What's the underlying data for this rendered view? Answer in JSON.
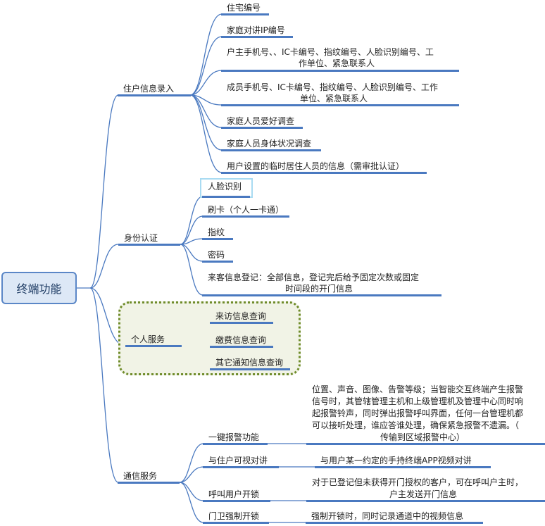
{
  "root": "终端功能",
  "branches": [
    {
      "label": "住户信息录入",
      "children": [
        "住宅编号",
        "家庭对讲IP编号",
        [
          "户主手机号、、IC卡编号、指纹编号、人脸识别编号、工",
          "作单位、紧急联系人"
        ],
        [
          "成员手机号、IC卡编号、指纹编号、人脸识别编号、工作",
          "单位、紧急联系人"
        ],
        "家庭人员爱好调查",
        "家庭人员身体状况调查",
        "用户设置的临时居住人员的信息（需审批认证）"
      ]
    },
    {
      "label": "身份认证",
      "children": [
        "人脸识别",
        "刷卡（个人一卡通）",
        "指纹",
        "密码",
        [
          "来客信息登记：全部信息，登记完后给予固定次数或固定",
          "时间段的开门信息"
        ]
      ]
    },
    {
      "label": "个人服务",
      "children": [
        "来访信息查询",
        "缴费信息查询",
        "其它通知信息查询"
      ]
    },
    {
      "label": "通信服务",
      "children": [
        {
          "label": "一键报警功能",
          "detail": [
            "位置、声音、图像、告警等级；当智能交互终端产生报警",
            "信号时，其管辖管理主机和上级管理机及管理中心同时响",
            "起报警铃声，同时弹出报警呼叫界面，任何一台管理机都",
            "可以接听处理，谁应答谁处理，确保紧急报警不遗漏。（",
            "传输到区域报警中心）"
          ]
        },
        {
          "label": "与住户可视对讲",
          "detail": [
            "与用户某一约定的手持终端APP视频对讲"
          ]
        },
        {
          "label": "呼叫用户开锁",
          "detail": [
            "对于已登记但未获得开门授权的客户，可在呼叫户主时，",
            "户主发送开门信息"
          ]
        },
        {
          "label": "门卫强制开锁",
          "detail": [
            "强制开锁时，同时记录通道中的视频信息"
          ]
        }
      ]
    }
  ]
}
